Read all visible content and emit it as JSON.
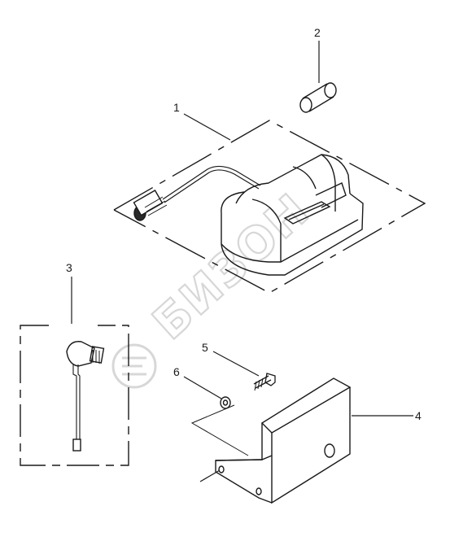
{
  "callouts": {
    "c1": "1",
    "c2": "2",
    "c3": "3",
    "c4": "4",
    "c5": "5",
    "c6": "6"
  },
  "watermark": {
    "text": "БИЗОН"
  },
  "colors": {
    "line": "#1a1a1a",
    "watermark": "#d7d7d7",
    "background": "#ffffff"
  }
}
